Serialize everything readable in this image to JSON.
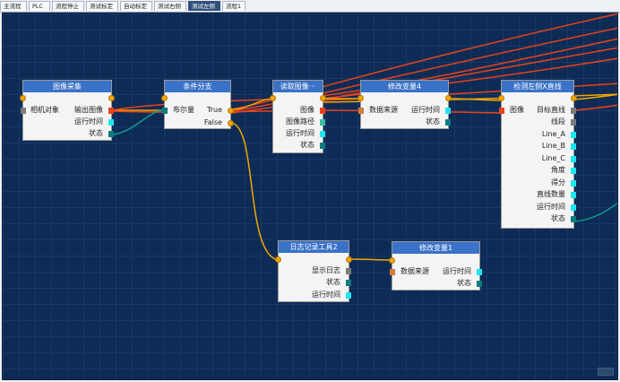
{
  "tabs": [
    "主流程",
    "PLC",
    "流程停止",
    "测试标定",
    "自动标定",
    "测试右侧",
    "测试左侧",
    "流程1"
  ],
  "active_tab": "测试左侧",
  "nodes": {
    "n1": {
      "title": "图像采集",
      "in_label": "相机对象",
      "out_label": "输出图像",
      "rows": [
        "运行时间",
        "状态"
      ]
    },
    "n2": {
      "title": "条件分支",
      "in_label": "布尔量",
      "out_true": "True",
      "out_false": "False"
    },
    "n3": {
      "title": "读取图像···",
      "rows": [
        "图像",
        "图像路径",
        "运行时间",
        "状态"
      ]
    },
    "n4": {
      "title": "修改变量4",
      "in_label": "数据来源",
      "rows": [
        "运行时间",
        "状态"
      ]
    },
    "n5": {
      "title": "检测左侧X直线",
      "in_label": "图像",
      "rows": [
        "目标直线",
        "线段",
        "Line_A",
        "Line_B",
        "Line_C",
        "角度",
        "得分",
        "直线数量",
        "运行时间",
        "状态"
      ]
    },
    "n6": {
      "title": "日志记录工具2",
      "rows": [
        "显示日志",
        "状态",
        "运行时间"
      ]
    },
    "n7": {
      "title": "修改变量1",
      "in_label": "数据来源",
      "rows": [
        "运行时间",
        "状态"
      ]
    }
  },
  "colors": {
    "canvas": "#0d2b55",
    "header": "#3a72c8",
    "wire_orange": "#f2a600",
    "wire_red": "#e8431a",
    "wire_teal": "#0f9a90"
  }
}
